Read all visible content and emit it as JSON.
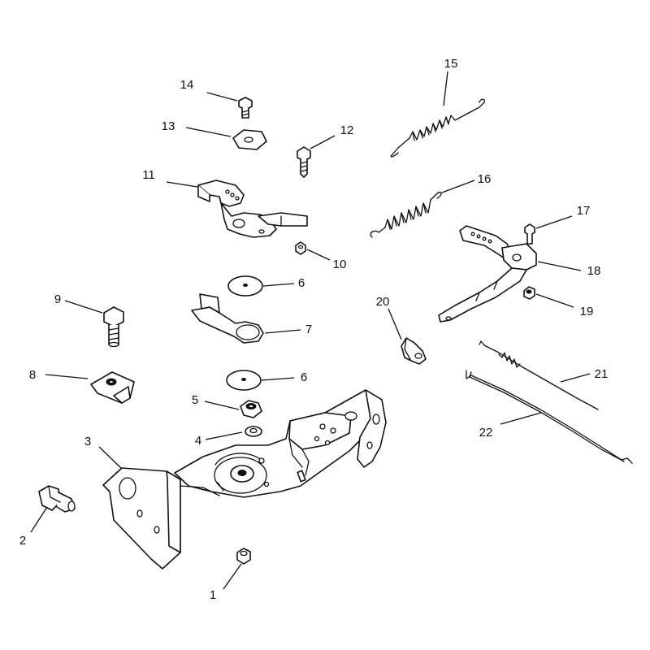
{
  "callouts": [
    "1",
    "2",
    "3",
    "4",
    "5",
    "6",
    "6",
    "7",
    "8",
    "9",
    "10",
    "11",
    "12",
    "13",
    "14",
    "15",
    "16",
    "17",
    "18",
    "19",
    "20",
    "21",
    "22"
  ]
}
